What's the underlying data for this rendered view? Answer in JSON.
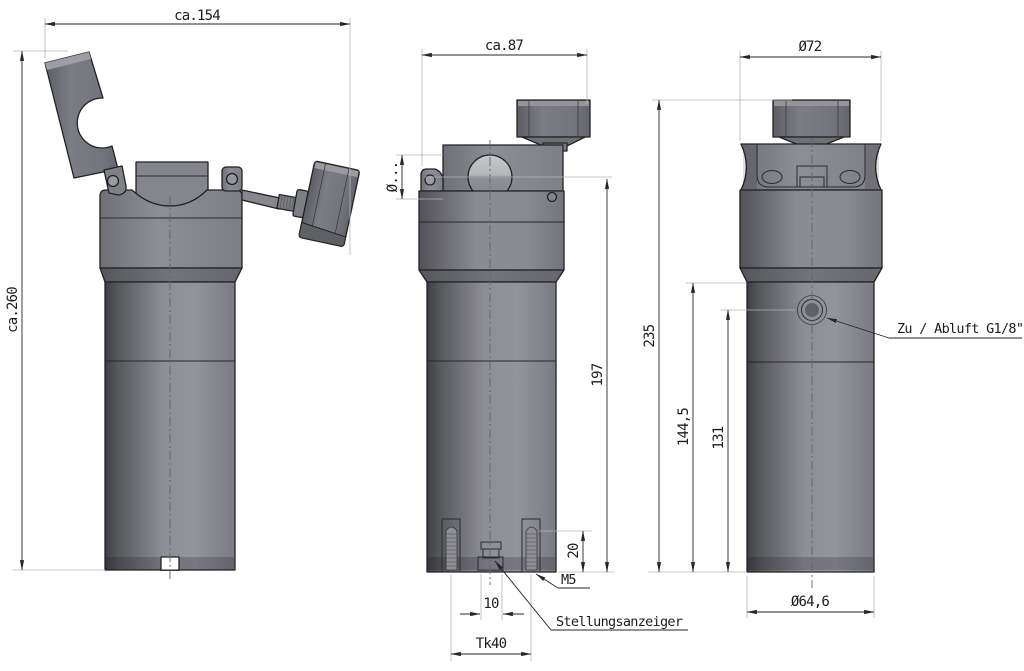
{
  "drawing": {
    "side_view": {
      "dim_overall_width": "ca.154",
      "dim_overall_height": "ca.260"
    },
    "front_view": {
      "dim_head_width": "ca.87",
      "dim_bore_diameter": "Ø...",
      "dim_bore_center_height": "197",
      "dim_thread_depth": "20",
      "label_thread": "M5",
      "dim_indicator_width": "10",
      "label_position_indicator": "Stellungsanzeiger",
      "dim_bolt_circle": "Tk40"
    },
    "rear_view": {
      "dim_knob_diameter": "Ø72",
      "dim_total_height": "235",
      "dim_upper_body_height": "144,5",
      "dim_port_height": "131",
      "label_air_port": "Zu / Abluft G1/8\"",
      "dim_body_diameter": "Ø64,6"
    }
  }
}
